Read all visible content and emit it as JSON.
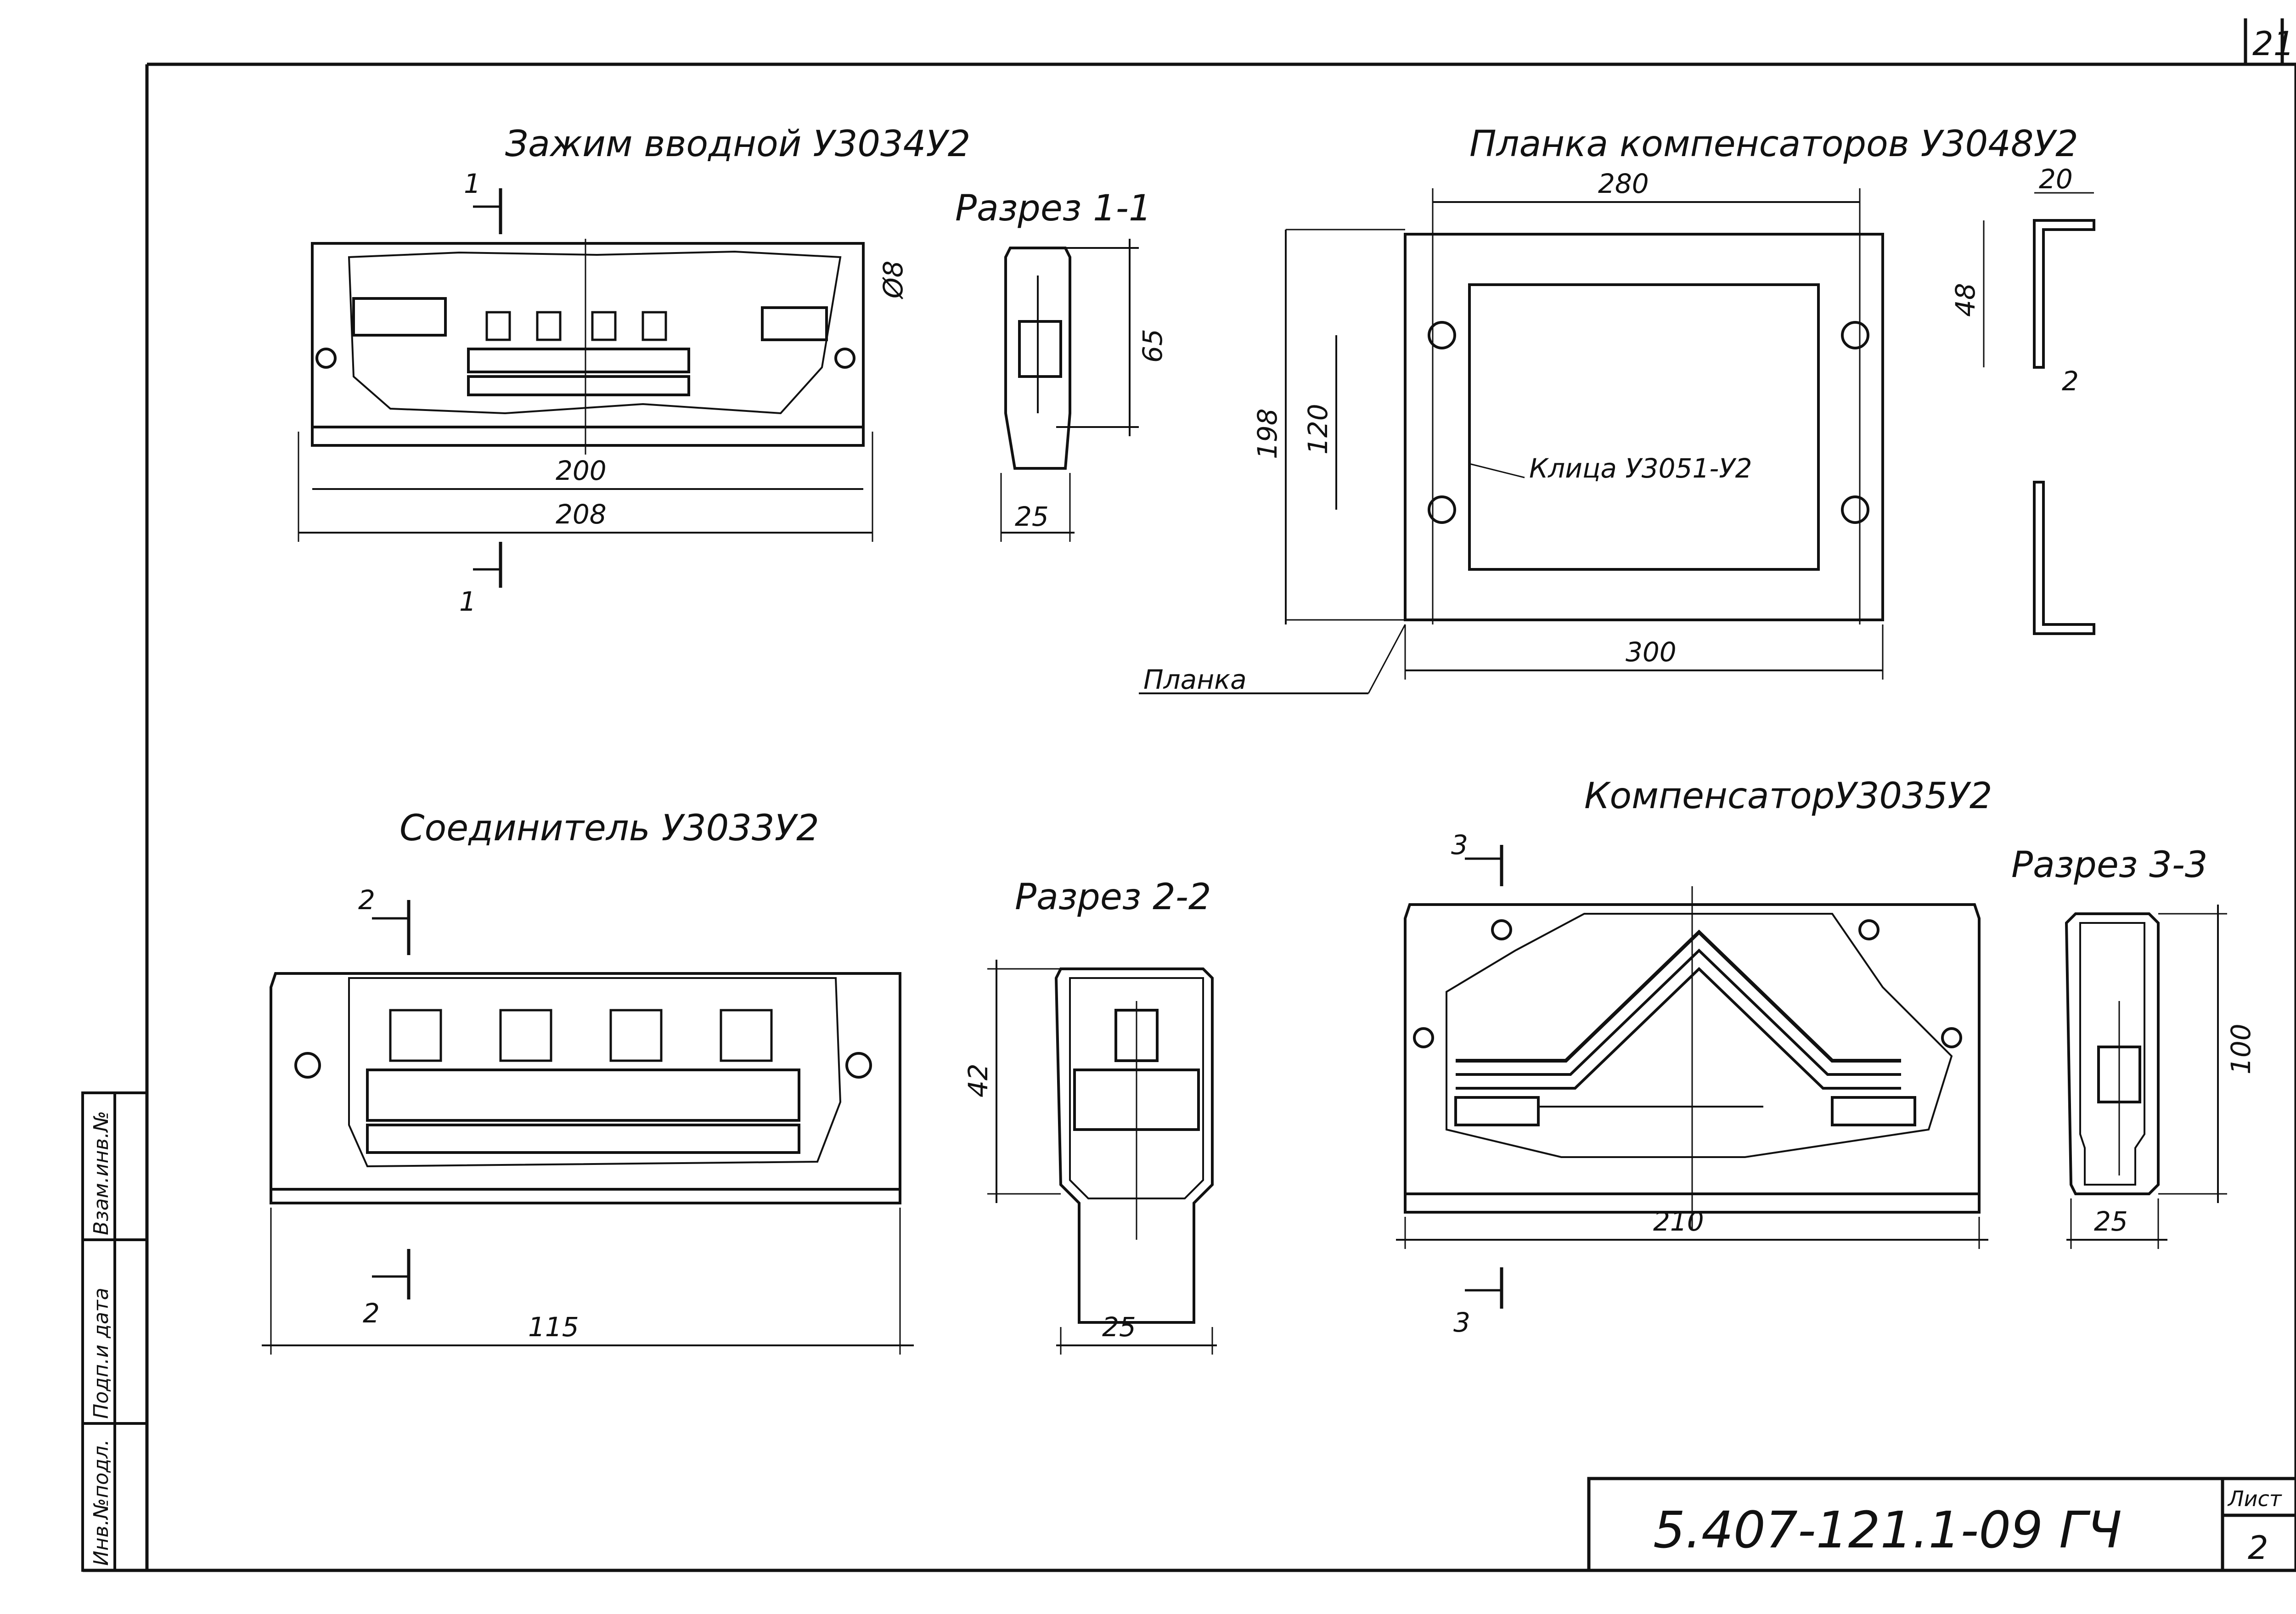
{
  "sheet_number": "21",
  "document_code": "5.407-121.1-09 ГЧ",
  "sheet_label": "Лист",
  "sheet_page": "2",
  "side_stamp": [
    "Инв.№подл.",
    "Подп.и дата",
    "Взам.инв.№"
  ],
  "views": {
    "clamp": {
      "title": "Зажим вводной У3034У2",
      "section_title": "Разрез 1-1",
      "section_mark": "1",
      "dims": [
        "200",
        "208",
        "Ø8",
        "65",
        "25"
      ]
    },
    "strip": {
      "title": "Планка компенсаторов У3048У2",
      "dims": [
        "280",
        "20",
        "198",
        "120",
        "48",
        "2",
        "300"
      ],
      "callout_clip": "Клица У3051-У2",
      "callout_strip": "Планка"
    },
    "connector": {
      "title": "Соединитель У3033У2",
      "section_title": "Разрез 2-2",
      "section_mark": "2",
      "dims": [
        "42",
        "115",
        "25"
      ]
    },
    "compensator": {
      "title": "КомпенсаторУ3035У2",
      "section_title": "Разрез 3-3",
      "section_mark": "3",
      "dims": [
        "100",
        "210",
        "25"
      ]
    }
  }
}
